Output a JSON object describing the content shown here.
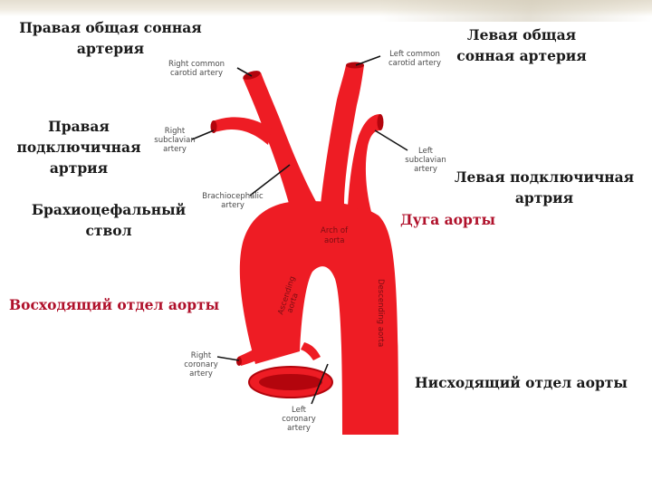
{
  "colors": {
    "artery": "#ee1c24",
    "artery_dark": "#b3050d",
    "leader": "#141414",
    "ru_text": "#1a1a1a",
    "ru_red": "#b0112b"
  },
  "labels_ru": {
    "right_common_carotid": [
      "Правая общая сонная",
      "артерия"
    ],
    "left_common_carotid": [
      "Левая общая",
      "сонная артерия"
    ],
    "right_subclavian": [
      "Правая",
      "подключичная",
      "артрия"
    ],
    "left_subclavian": [
      "Левая подключичная",
      "артрия"
    ],
    "brachiocephalic": [
      "Брахиоцефальный",
      "ствол"
    ],
    "arch": "Дуга аорты",
    "ascending": "Восходящий отдел аорты",
    "descending": "Нисходящий отдел аорты"
  },
  "labels_en": {
    "right_common_carotid": [
      "Right common",
      "carotid artery"
    ],
    "left_common_carotid": [
      "Left common",
      "carotid artery"
    ],
    "right_subclavian": [
      "Right",
      "subclavian",
      "artery"
    ],
    "left_subclavian": [
      "Left",
      "subclavian",
      "artery"
    ],
    "brachiocephalic": [
      "Brachiocephalic",
      "artery"
    ],
    "arch": [
      "Arch of",
      "aorta"
    ],
    "ascending": [
      "Ascending",
      "aorta"
    ],
    "descending": "Descending aorta",
    "right_coronary": [
      "Right",
      "coronary",
      "artery"
    ],
    "left_coronary": [
      "Left",
      "coronary",
      "artery"
    ]
  }
}
